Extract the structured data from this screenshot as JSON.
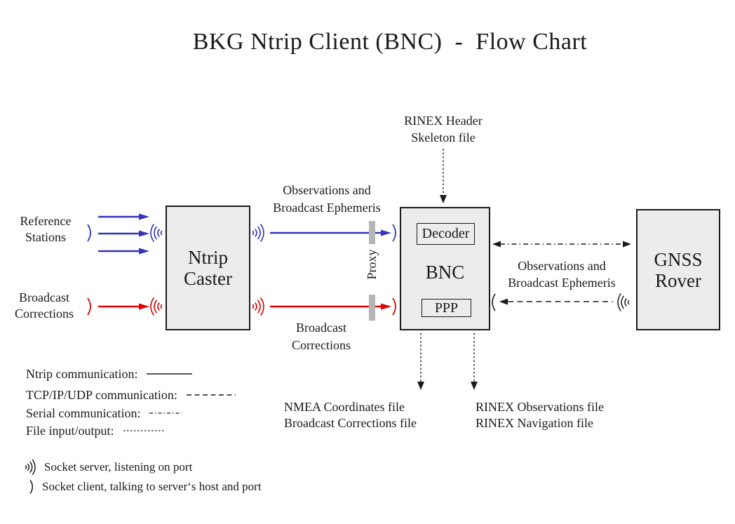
{
  "title": "BKG Ntrip Client (BNC)  -  Flow Chart",
  "colors": {
    "blue": "#3333BB",
    "red": "#DD0000",
    "box_fill": "#ECECEC",
    "proxy_bar": "#B5B5B5",
    "line": "#1A1A1A"
  },
  "nodes": {
    "ntrip_caster": {
      "line1": "Ntrip",
      "line2": "Caster"
    },
    "bnc": {
      "label": "BNC",
      "decoder": "Decoder",
      "ppp": "PPP"
    },
    "gnss_rover": {
      "line1": "GNSS",
      "line2": "Rover"
    },
    "proxy": "Proxy"
  },
  "labels": {
    "reference_stations": {
      "line1": "Reference",
      "line2": "Stations"
    },
    "broadcast_corrections_left": {
      "line1": "Broadcast",
      "line2": "Corrections"
    },
    "obs_ephemeris_mid": {
      "line1": "Observations and",
      "line2": "Broadcast Ephemeris"
    },
    "broadcast_corrections_mid": {
      "line1": "Broadcast",
      "line2": "Corrections"
    },
    "rinex_header": {
      "line1": "RINEX Header",
      "line2": "Skeleton file"
    },
    "obs_ephemeris_right": {
      "line1": "Observations and",
      "line2": "Broadcast Ephemeris"
    },
    "nmea_files": {
      "line1": "NMEA Coordinates file",
      "line2": "Broadcast Corrections file"
    },
    "rinex_files": {
      "line1": "RINEX Observations file",
      "line2": "RINEX Navigation file"
    }
  },
  "legend": {
    "ntrip": "Ntrip communication:",
    "tcp": "TCP/IP/UDP communication:",
    "serial": "Serial communication:",
    "file": "File input/output:"
  },
  "socket_legend": {
    "server": "Socket server, listening on port",
    "client": "Socket client, talking to server‘s host and port"
  }
}
